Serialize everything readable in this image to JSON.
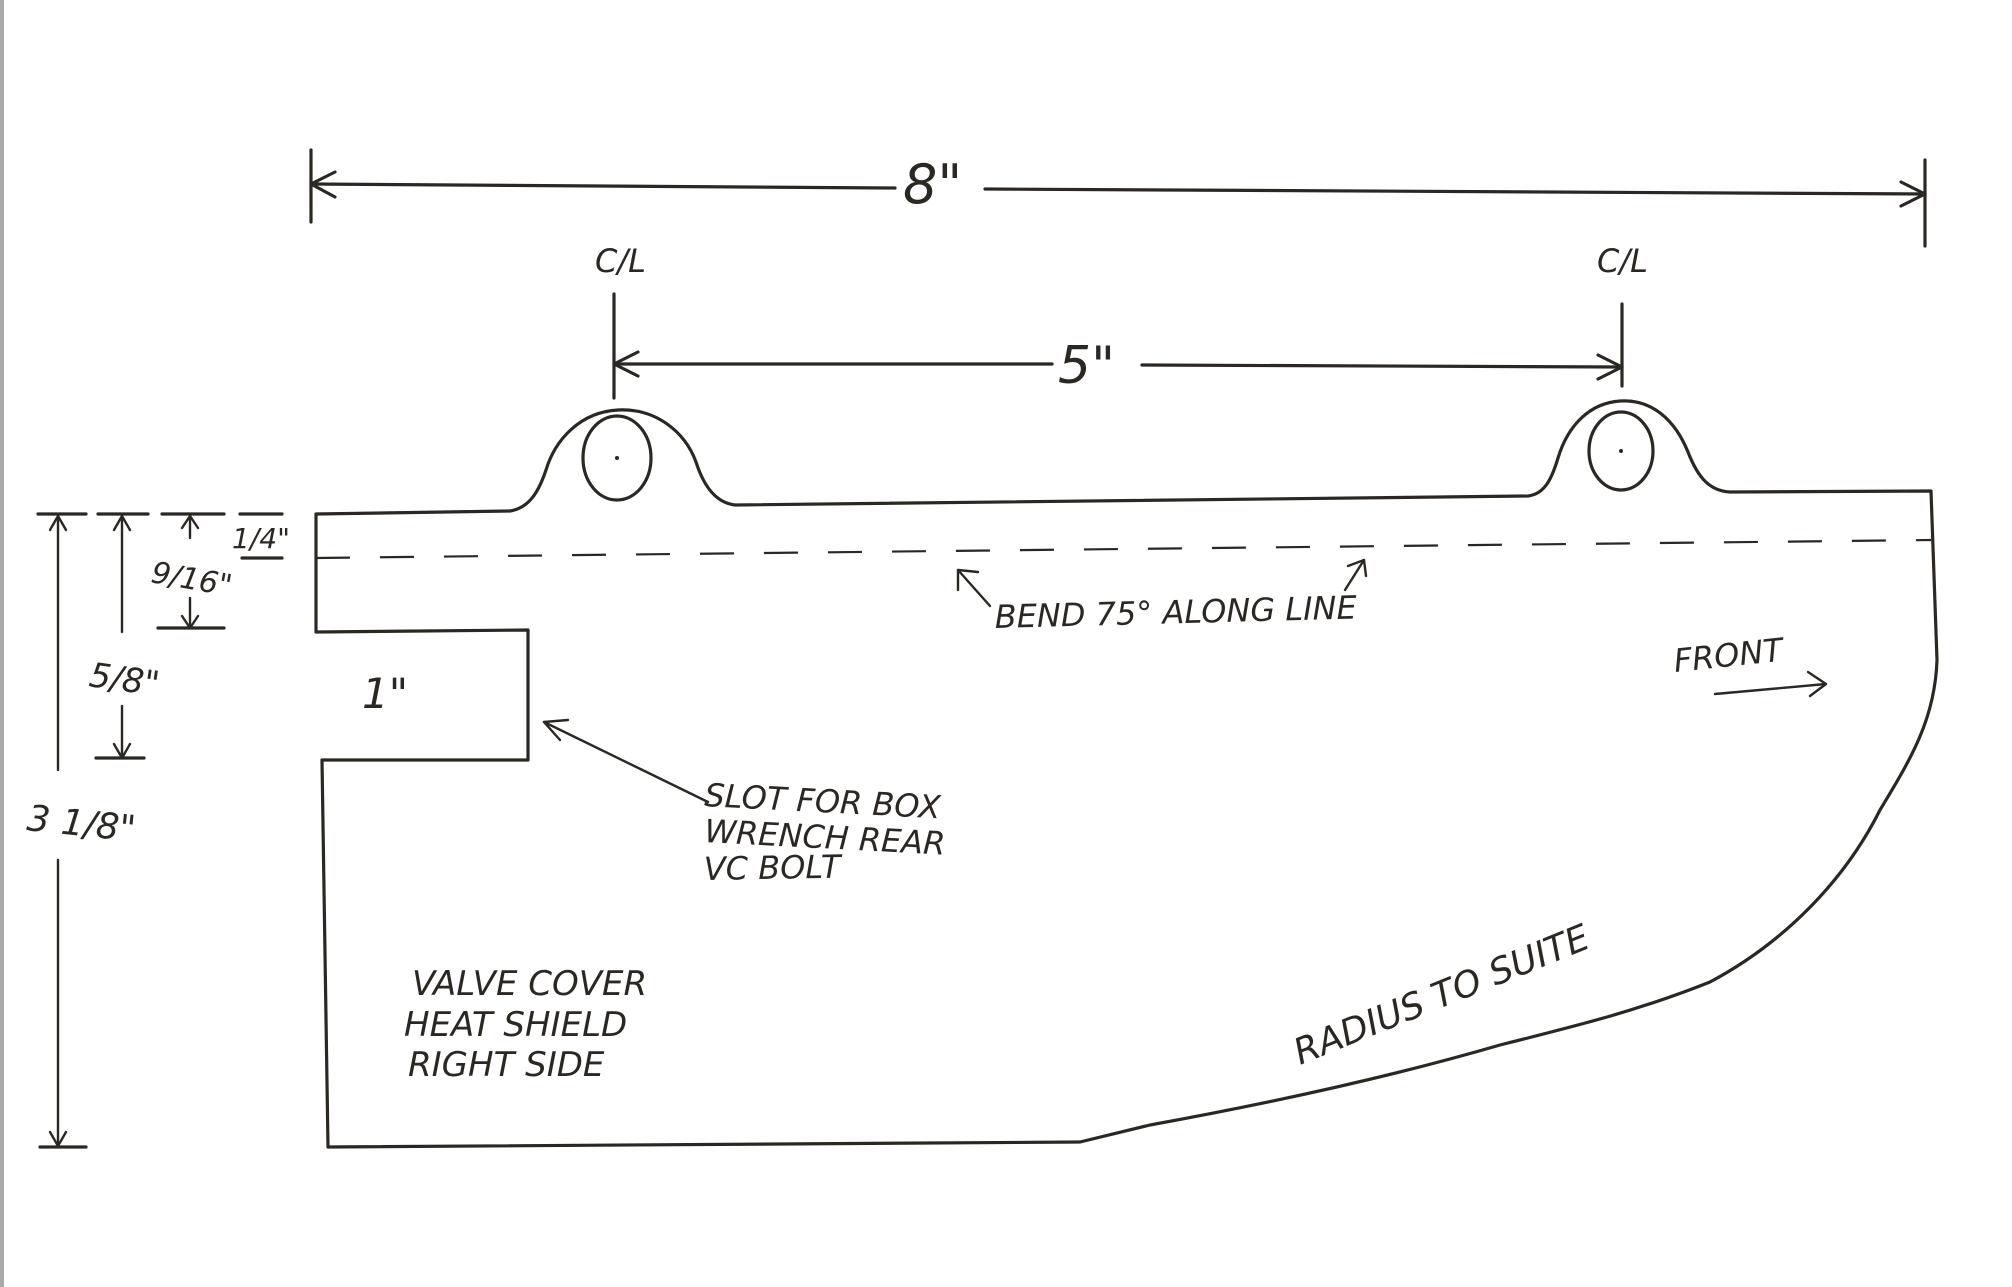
{
  "dimensions": {
    "overall_width": "8\"",
    "hole_spacing": "5\"",
    "centerline_left": "C/L",
    "centerline_right": "C/L",
    "bend_offset": "1/4\"",
    "slot_top_offset": "9/16\"",
    "slot_bottom_offset": "5/8\"",
    "overall_height": "3 1/8\"",
    "slot_depth": "1\""
  },
  "notes": {
    "bend": "BEND 75° ALONG LINE",
    "front": "FRONT",
    "slot_line1": "SLOT FOR BOX",
    "slot_line2": "WRENCH REAR",
    "slot_line3": "VC BOLT",
    "title_line1": "VALVE COVER",
    "title_line2": "HEAT SHIELD",
    "title_line3": "RIGHT SIDE",
    "radius": "RADIUS TO SUITE"
  }
}
